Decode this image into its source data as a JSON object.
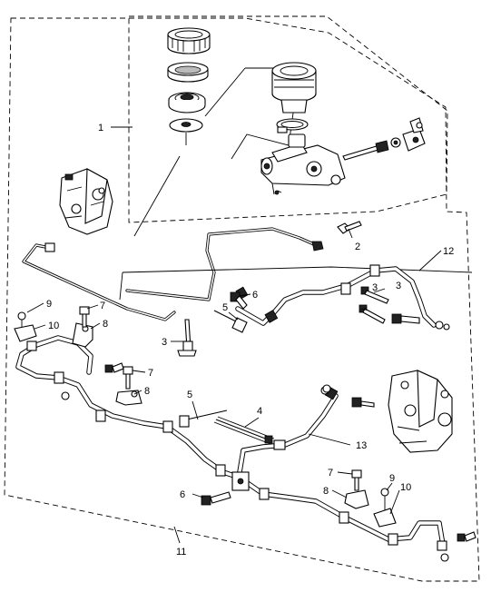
{
  "diagram": {
    "callouts": [
      {
        "id": "callout-1",
        "text": "1"
      },
      {
        "id": "callout-2",
        "text": "2"
      },
      {
        "id": "callout-3a",
        "text": "3"
      },
      {
        "id": "callout-3b",
        "text": "3"
      },
      {
        "id": "callout-3c",
        "text": "3"
      },
      {
        "id": "callout-4",
        "text": "4"
      },
      {
        "id": "callout-5a",
        "text": "5"
      },
      {
        "id": "callout-5b",
        "text": "5"
      },
      {
        "id": "callout-6a",
        "text": "6"
      },
      {
        "id": "callout-6b",
        "text": "6"
      },
      {
        "id": "callout-7a",
        "text": "7"
      },
      {
        "id": "callout-7b",
        "text": "7"
      },
      {
        "id": "callout-7c",
        "text": "7"
      },
      {
        "id": "callout-8a",
        "text": "8"
      },
      {
        "id": "callout-8b",
        "text": "8"
      },
      {
        "id": "callout-8c",
        "text": "8"
      },
      {
        "id": "callout-9a",
        "text": "9"
      },
      {
        "id": "callout-9b",
        "text": "9"
      },
      {
        "id": "callout-10a",
        "text": "10"
      },
      {
        "id": "callout-10b",
        "text": "10"
      },
      {
        "id": "callout-11",
        "text": "11"
      },
      {
        "id": "callout-12",
        "text": "12"
      },
      {
        "id": "callout-13",
        "text": "13"
      }
    ],
    "parts": [
      "reservoir-cap",
      "cap-seal",
      "diaphragm",
      "float-plate",
      "reservoir-body",
      "reservoir-band",
      "master-cylinder",
      "push-rod",
      "clevis",
      "brake-caliper-left",
      "brake-caliper-right",
      "brake-pipe",
      "brake-hose-12",
      "brake-hose-13",
      "brake-hose-11",
      "three-way-joint",
      "cable-tie",
      "hose-clamp",
      "bolt",
      "banjo-bolt"
    ]
  }
}
